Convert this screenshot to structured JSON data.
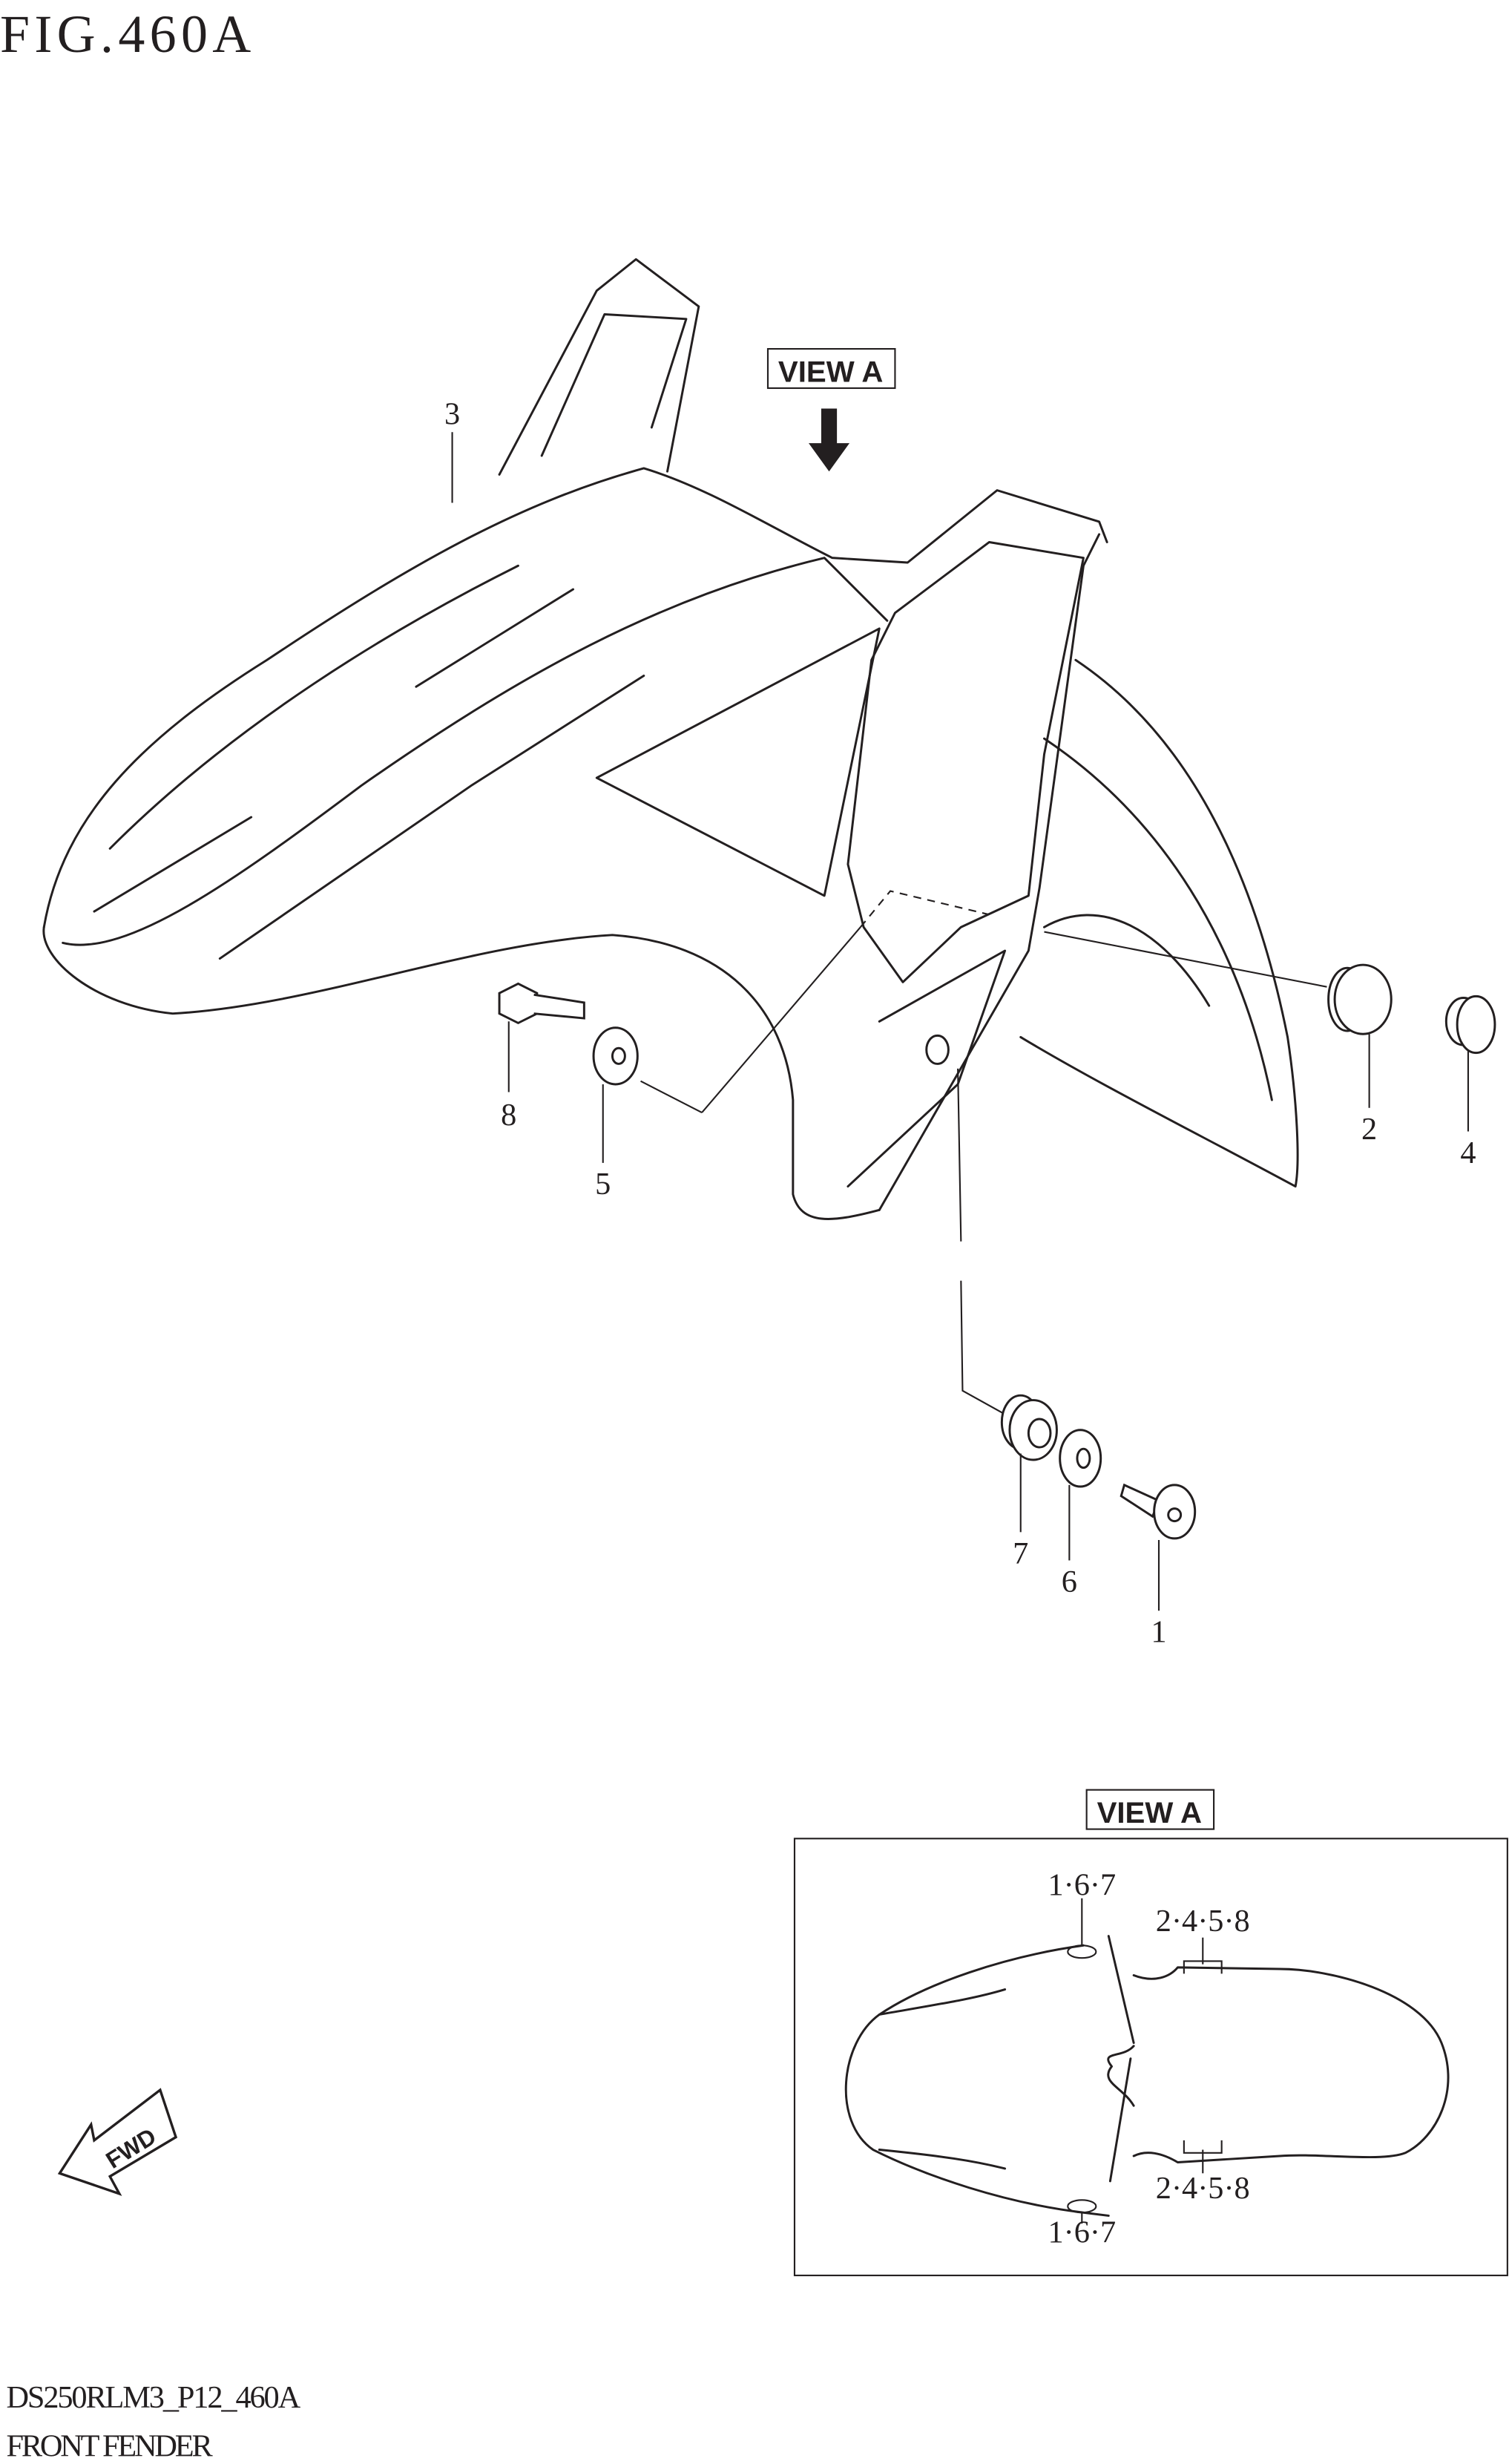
{
  "figure_title": "FIG.460A",
  "view_label": "VIEW A",
  "view_box_label": "VIEW A",
  "fwd_label": "FWD",
  "callouts": {
    "p1": "1",
    "p2": "2",
    "p3": "3",
    "p4": "4",
    "p5": "5",
    "p6": "6",
    "p7": "7",
    "p8": "8"
  },
  "view_a_callouts": {
    "top_left": "1·6·7",
    "top_right": "2·4·5·8",
    "bottom_left": "1·6·7",
    "bottom_right": "2·4·5·8"
  },
  "footer": {
    "code": "DS250RLM3_P12_460A",
    "name": "FRONT FENDER"
  }
}
